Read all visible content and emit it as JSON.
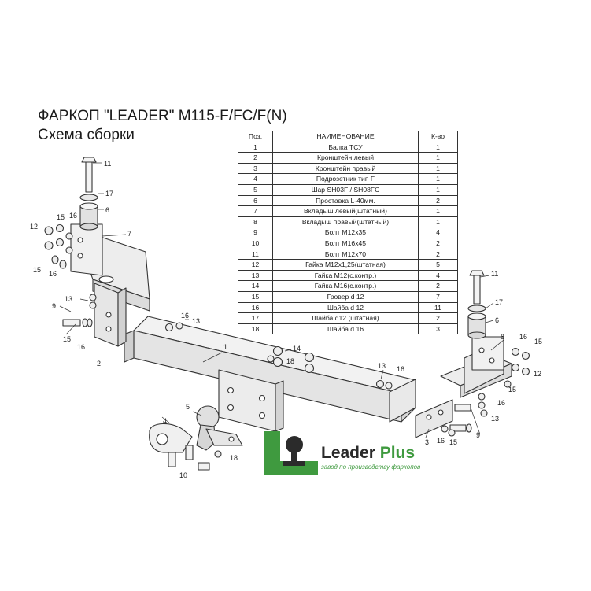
{
  "header": {
    "title": "ФАРКОП \"LEADER\" M115-F/FC/F(N)",
    "subtitle": "Схема сборки"
  },
  "parts_table": {
    "columns": [
      "Поз.",
      "НАИМЕНОВАНИЕ",
      "К-во"
    ],
    "rows": [
      [
        "1",
        "Балка ТСУ",
        "1"
      ],
      [
        "2",
        "Кронштейн левый",
        "1"
      ],
      [
        "3",
        "Кронштейн правый",
        "1"
      ],
      [
        "4",
        "Подрозетник тип F",
        "1"
      ],
      [
        "5",
        "Шар SH03F / SH08FC",
        "1"
      ],
      [
        "6",
        "Проставка L-40мм.",
        "2"
      ],
      [
        "7",
        "Вкладыш левый(штатный)",
        "1"
      ],
      [
        "8",
        "Вкладыш правый(штатный)",
        "1"
      ],
      [
        "9",
        "Болт М12х35",
        "4"
      ],
      [
        "10",
        "Болт М16х45",
        "2"
      ],
      [
        "11",
        "Болт М12х70",
        "2"
      ],
      [
        "12",
        "Гайка М12х1,25(штатная)",
        "5"
      ],
      [
        "13",
        "Гайка М12(с.контр.)",
        "4"
      ],
      [
        "14",
        "Гайка  М16(с.контр.)",
        "2"
      ],
      [
        "15",
        "Гровер d 12",
        "7"
      ],
      [
        "16",
        "Шайба d 12",
        "11"
      ],
      [
        "17",
        "Шайба d12 (штатная)",
        "2"
      ],
      [
        "18",
        "Шайба d 16",
        "3"
      ]
    ]
  },
  "callouts": [
    {
      "id": "c11a",
      "label": "11"
    },
    {
      "id": "c17a",
      "label": "17"
    },
    {
      "id": "c6a",
      "label": "6"
    },
    {
      "id": "c15a",
      "label": "15"
    },
    {
      "id": "c16a",
      "label": "16"
    },
    {
      "id": "c12a",
      "label": "12"
    },
    {
      "id": "c7",
      "label": "7"
    },
    {
      "id": "c15b",
      "label": "15"
    },
    {
      "id": "c16b",
      "label": "16"
    },
    {
      "id": "c13a",
      "label": "13"
    },
    {
      "id": "c9a",
      "label": "9"
    },
    {
      "id": "c15c",
      "label": "15"
    },
    {
      "id": "c16c",
      "label": "16"
    },
    {
      "id": "c2",
      "label": "2"
    },
    {
      "id": "c16d",
      "label": "16"
    },
    {
      "id": "c13b",
      "label": "13"
    },
    {
      "id": "c1",
      "label": "1"
    },
    {
      "id": "c14",
      "label": "14"
    },
    {
      "id": "c18a",
      "label": "18"
    },
    {
      "id": "c13c",
      "label": "13"
    },
    {
      "id": "c16e",
      "label": "16"
    },
    {
      "id": "c5",
      "label": "5"
    },
    {
      "id": "c4",
      "label": "4"
    },
    {
      "id": "c10",
      "label": "10"
    },
    {
      "id": "c18b",
      "label": "18"
    },
    {
      "id": "c11b",
      "label": "11"
    },
    {
      "id": "c17b",
      "label": "17"
    },
    {
      "id": "c6b",
      "label": "6"
    },
    {
      "id": "c8",
      "label": "8"
    },
    {
      "id": "c16f",
      "label": "16"
    },
    {
      "id": "c15d",
      "label": "15"
    },
    {
      "id": "c12b",
      "label": "12"
    },
    {
      "id": "c15e",
      "label": "15"
    },
    {
      "id": "c16g",
      "label": "16"
    },
    {
      "id": "c13d",
      "label": "13"
    },
    {
      "id": "c9b",
      "label": "9"
    },
    {
      "id": "c3",
      "label": "3"
    },
    {
      "id": "c16h",
      "label": "16"
    },
    {
      "id": "c15f",
      "label": "15"
    }
  ],
  "logo": {
    "brand_main": "Leader",
    "brand_accent": "Plus",
    "slogan": "завод по производству фаркопов",
    "accent_color": "#3f9a3f"
  }
}
